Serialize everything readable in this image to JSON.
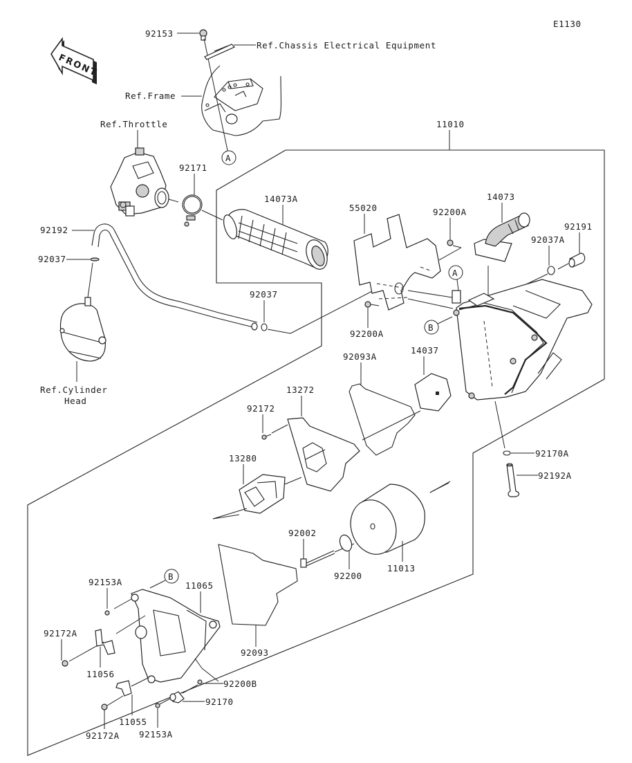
{
  "diagram_code": "E1130",
  "front_arrow_label": "FRONT",
  "assembly_label": "11010",
  "references": {
    "chassis": "Ref.Chassis Electrical Equipment",
    "frame": "Ref.Frame",
    "throttle": "Ref.Throttle",
    "cylinder_head_line1": "Ref.Cylinder",
    "cylinder_head_line2": "Head"
  },
  "callouts": {
    "a": "A",
    "b": "B"
  },
  "parts": {
    "p92153": "92153",
    "p92171": "92171",
    "p14073A": "14073A",
    "p92192": "92192",
    "p92037_left": "92037",
    "p92037_mid": "92037",
    "p55020": "55020",
    "p92200A_top": "92200A",
    "p92200A_bottom": "92200A",
    "p14073": "14073",
    "p92037A": "92037A",
    "p92191": "92191",
    "p92093A": "92093A",
    "p14037": "14037",
    "p13272": "13272",
    "p92172": "92172",
    "p13280": "13280",
    "p92170A": "92170A",
    "p92192A": "92192A",
    "p92002": "92002",
    "p92200": "92200",
    "p11013": "11013",
    "p92153A_top": "92153A",
    "p11065": "11065",
    "p92172A_left": "92172A",
    "p11056": "11056",
    "p92093": "92093",
    "p92200B": "92200B",
    "p92170": "92170",
    "p11055": "11055",
    "p92172A_bottom": "92172A",
    "p92153A_bottom": "92153A"
  }
}
